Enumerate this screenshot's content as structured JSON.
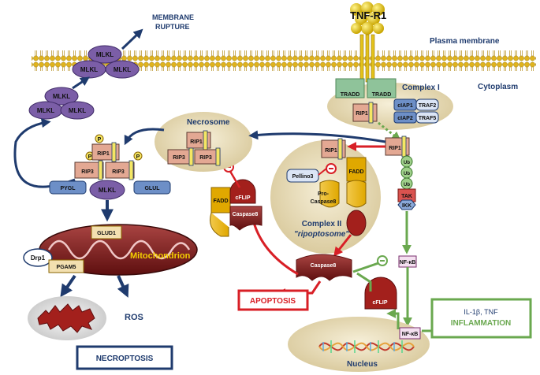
{
  "receptor": {
    "label": "TNF-R1"
  },
  "compartments": {
    "plasma_membrane": "Plasma membrane",
    "cytoplasm": "Cytoplasm",
    "nucleus": "Nucleus",
    "membrane_rupture_line1": "MEMBRANE",
    "membrane_rupture_line2": "RUPTURE"
  },
  "complex1": {
    "title": "Complex I",
    "tradd1": "TRADD",
    "tradd2": "TRADD",
    "rip1": "RIP1",
    "ciap1": "cIAP1",
    "ciap2": "cIAP2",
    "traf2": "TRAF2",
    "traf5": "TRAF5"
  },
  "complex2": {
    "title_line1": "Complex II",
    "title_line2": "\"ripoptosome\"",
    "rip1": "RIP1",
    "pellino3": "Pellino3",
    "fadd": "FADD",
    "procaspase_line1": "Pro-",
    "procaspase_line2": "Caspase8"
  },
  "ubiquitin_chain": {
    "rip1": "RIP1",
    "ub": [
      "Ub",
      "Ub",
      "Ub"
    ],
    "tak": "TAK",
    "ikk": "IKK"
  },
  "necrosome": {
    "title": "Necrosome",
    "rip1": "RIP1",
    "rip3a": "RIP3",
    "rip3b": "RIP3"
  },
  "mlkl_cluster": {
    "top": [
      "MLKL"
    ],
    "middle": [
      "MLKL",
      "MLKL"
    ],
    "left_top": "MLKL",
    "left_bottom": [
      "MLKL",
      "MLKL"
    ]
  },
  "left_complex": {
    "p": [
      "P",
      "P",
      "P"
    ],
    "rip1": "RIP1",
    "rip3a": "RIP3",
    "rip3b": "RIP3",
    "pygl": "PYGL",
    "mlkl": "MLKL",
    "glul": "GLUL"
  },
  "mitochondrion": {
    "label": "Mitochondrion",
    "glud1": "GLUD1",
    "drp1": "Drp1",
    "pgam5": "PGAM5"
  },
  "ros": "ROS",
  "necroptosis": "NECROPTOSIS",
  "caspase_side": {
    "cflip": "cFLIP",
    "fadd": "FADD",
    "caspase8": "Caspase8",
    "caspase8_active": "Caspase8",
    "apoptosis": "APOPTOSIS"
  },
  "nfkb": {
    "cyto": "NF-κB",
    "nuclear": "NF-κB",
    "cflip": "cFLIP",
    "inflammation_line1": "IL-1β, TNF",
    "inflammation_line2": "INFLAMMATION"
  },
  "colors": {
    "navy": "#1f3b6e",
    "red": "#d81f26",
    "green": "#6aa84f",
    "tan_bg": "#e8dcb8",
    "rip": "#e3a893",
    "mlkl": "#7b5ea7",
    "blue_box": "#6d8fc7",
    "caspase": "#b5121b"
  }
}
